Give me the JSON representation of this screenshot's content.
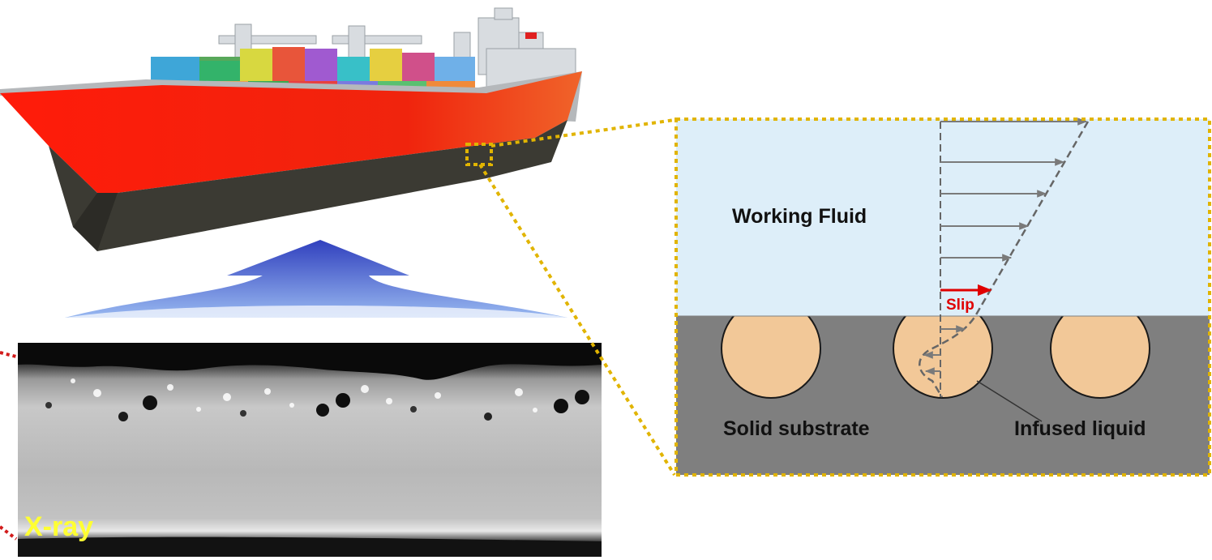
{
  "labels": {
    "working_fluid": "Working Fluid",
    "slip": "Slip",
    "solid_substrate": "Solid substrate",
    "infused_liquid": "Infused liquid",
    "xray": "X-ray"
  },
  "colors": {
    "fluid": "#ddeef9",
    "substrate": "#7f7f7f",
    "pore": "#f2c898",
    "dotted_frame": "#e1b400",
    "slip": "#e00000",
    "xray_text": "#ffff33",
    "hull_red": "#f21a0c",
    "hull_dark": "#3b3a33",
    "arrow_blue": "#2a3fc4",
    "velocity_arrow": "#7a7a7a"
  },
  "icons": {
    "ship": "container-ship-illustration",
    "arrow": "upward-blue-arrow",
    "xray": "xray-cross-section-image"
  }
}
